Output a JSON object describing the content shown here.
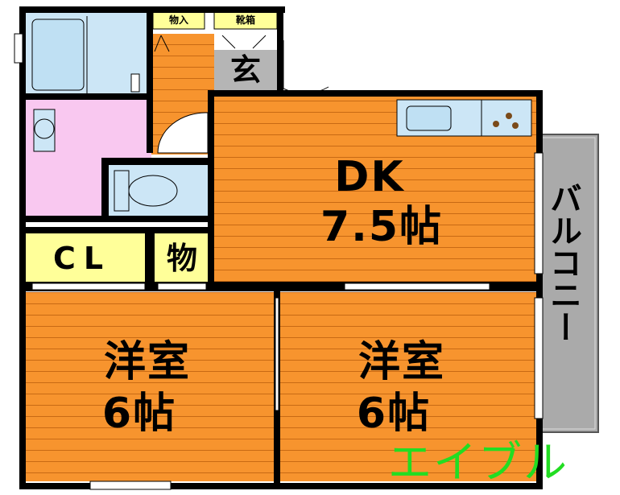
{
  "rooms": {
    "dk": {
      "name": "DK",
      "size": "7.5帖"
    },
    "western_left": {
      "name": "洋室",
      "size": "6帖"
    },
    "western_right": {
      "name": "洋室",
      "size": "6帖"
    },
    "closet": "CL",
    "storage": "物",
    "entrance": "玄",
    "storage_small": "物入",
    "shoe_box": "靴箱",
    "balcony": "バルコニー"
  },
  "brand": "エイブル",
  "colors": {
    "floor": "#f7942e",
    "floor_lines": "#c86a14",
    "water_area": "#cce6f6",
    "washroom": "#f9c8f0",
    "storage": "#ffff99",
    "balcony": "#aaaaaa",
    "entrance": "#b5b5b5",
    "wall": "#000000",
    "brand": "#22dd22"
  }
}
